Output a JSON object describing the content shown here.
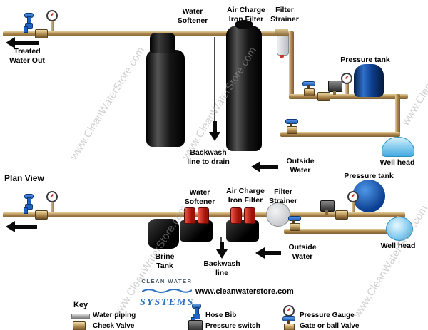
{
  "watermark": {
    "text": "www.CleanWaterStore.com"
  },
  "elevation": {
    "treated_water_out": "Treated\nWater Out",
    "water_softener": "Water\nSoftener",
    "iron_filter": "Air Charge\nIron Filter",
    "filter_strainer": "Filter\nStrainer",
    "pressure_tank": "Pressure tank",
    "backwash": "Backwash\nline to drain",
    "outside_water": "Outside\nWater",
    "well_head": "Well head"
  },
  "plan": {
    "title": "Plan View",
    "water_softener": "Water\nSoftener",
    "iron_filter": "Air Charge\nIron Filter",
    "filter_strainer": "Filter\nStrainer",
    "pressure_tank": "Pressure tank",
    "brine_tank": "Brine\nTank",
    "backwash": "Backwash\nline",
    "outside_water": "Outside\nWater",
    "well_head": "Well head"
  },
  "logo": {
    "line1": "CLEAN WATER",
    "line2": "SYSTEMS",
    "url": "www.cleanwaterstore.com"
  },
  "key": {
    "title": "Key",
    "items": [
      {
        "icon": "water-piping-icon",
        "label": "Water piping"
      },
      {
        "icon": "check-valve-icon",
        "label": "Check Valve"
      },
      {
        "icon": "hose-bib-icon",
        "label": "Hose Bib"
      },
      {
        "icon": "pressure-switch-icon",
        "label": "Pressure switch"
      },
      {
        "icon": "pressure-gauge-icon",
        "label": "Pressure Gauge"
      },
      {
        "icon": "gate-ball-valve-icon",
        "label": "Gate or ball Valve"
      }
    ]
  },
  "colors": {
    "pipe_brass": "#b08a4e",
    "tank_black": "#111111",
    "tank_blue": "#0d3f8f",
    "well_light_blue": "#7cc8ef",
    "fitting_red": "#c0392b",
    "logo_blue": "#2a72c0"
  }
}
